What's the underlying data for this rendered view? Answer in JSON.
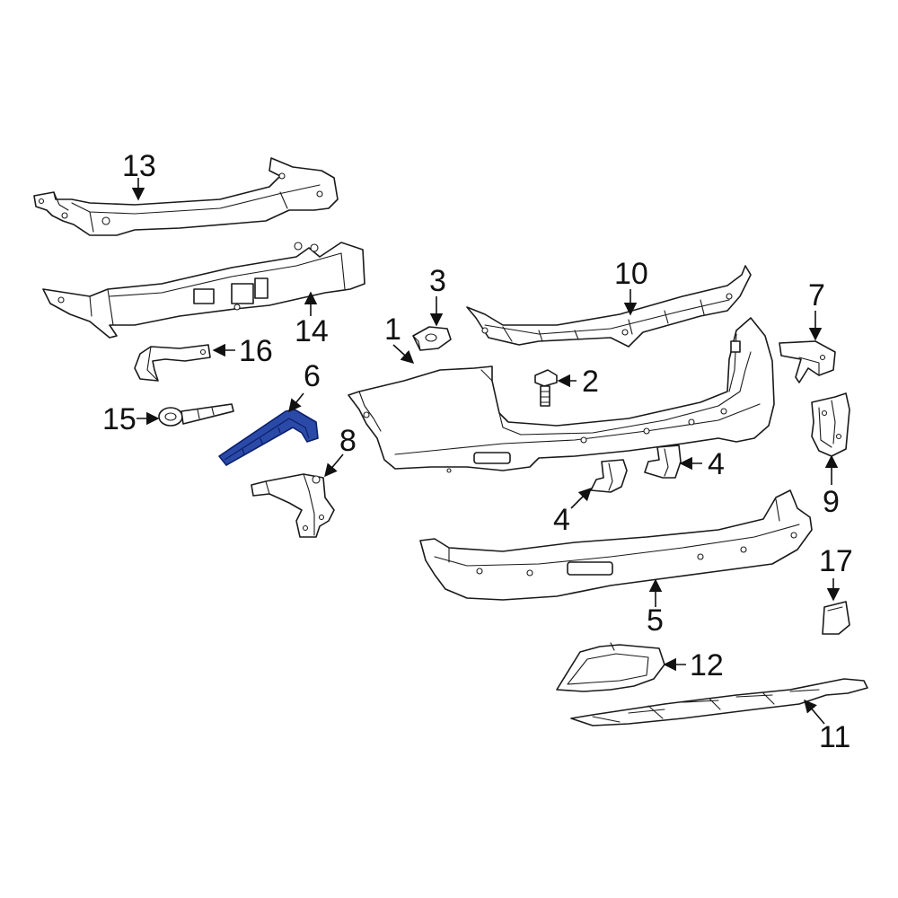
{
  "colors": {
    "outline": "#1a1a1a",
    "highlight_fill": "#2b4aa8",
    "highlight_stroke": "#0b1f6b",
    "background": "#ffffff"
  },
  "highlighted_part": "6",
  "callouts": [
    {
      "id": "c13",
      "label": "13"
    },
    {
      "id": "c14",
      "label": "14"
    },
    {
      "id": "c16",
      "label": "16"
    },
    {
      "id": "c15",
      "label": "15"
    },
    {
      "id": "c6",
      "label": "6"
    },
    {
      "id": "c8",
      "label": "8"
    },
    {
      "id": "c3",
      "label": "3"
    },
    {
      "id": "c1",
      "label": "1"
    },
    {
      "id": "c10",
      "label": "10"
    },
    {
      "id": "c2",
      "label": "2"
    },
    {
      "id": "c7",
      "label": "7"
    },
    {
      "id": "c9",
      "label": "9"
    },
    {
      "id": "c4a",
      "label": "4"
    },
    {
      "id": "c4b",
      "label": "4"
    },
    {
      "id": "c5",
      "label": "5"
    },
    {
      "id": "c17",
      "label": "17"
    },
    {
      "id": "c12",
      "label": "12"
    },
    {
      "id": "c11",
      "label": "11"
    }
  ]
}
